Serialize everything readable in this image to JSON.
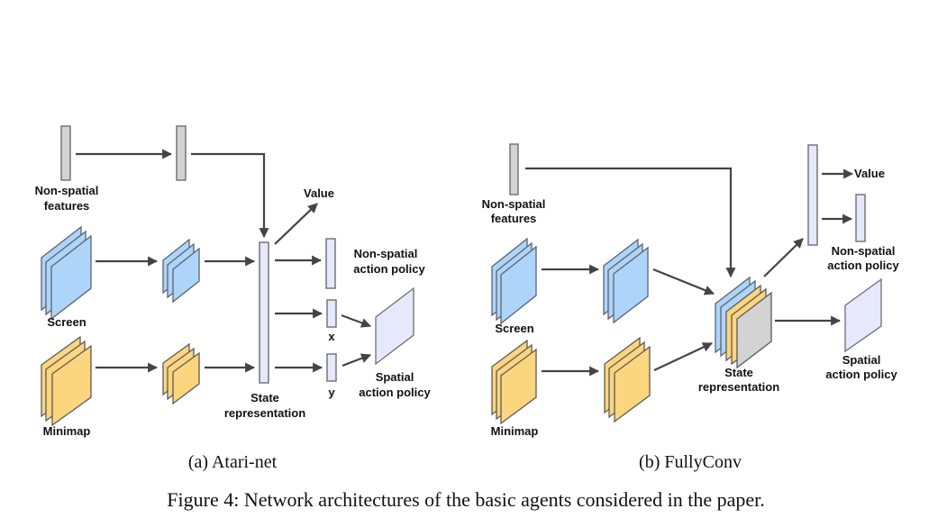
{
  "figure": {
    "caption": "Figure 4: Network architectures of the basic agents considered in the paper.",
    "colors": {
      "screen": "#aed4f9",
      "minimap": "#fcd57f",
      "non_spatial": "#d3d3d3",
      "state": "#e6e8fb",
      "arrow": "#444444"
    }
  },
  "panel_a": {
    "subcaption": "(a) Atari-net",
    "labels": {
      "non_spatial_1": "Non-spatial",
      "non_spatial_2": "features",
      "screen": "Screen",
      "minimap": "Minimap",
      "state_1": "State",
      "state_2": "representation",
      "value": "Value",
      "ns_policy_1": "Non-spatial",
      "ns_policy_2": "action policy",
      "x": "x",
      "y": "y",
      "sp_policy_1": "Spatial",
      "sp_policy_2": "action policy"
    }
  },
  "panel_b": {
    "subcaption": "(b) FullyConv",
    "labels": {
      "non_spatial_1": "Non-spatial",
      "non_spatial_2": "features",
      "screen": "Screen",
      "minimap": "Minimap",
      "state_1": "State",
      "state_2": "representation",
      "value": "Value",
      "ns_policy_1": "Non-spatial",
      "ns_policy_2": "action policy",
      "sp_policy_1": "Spatial",
      "sp_policy_2": "action policy"
    }
  }
}
